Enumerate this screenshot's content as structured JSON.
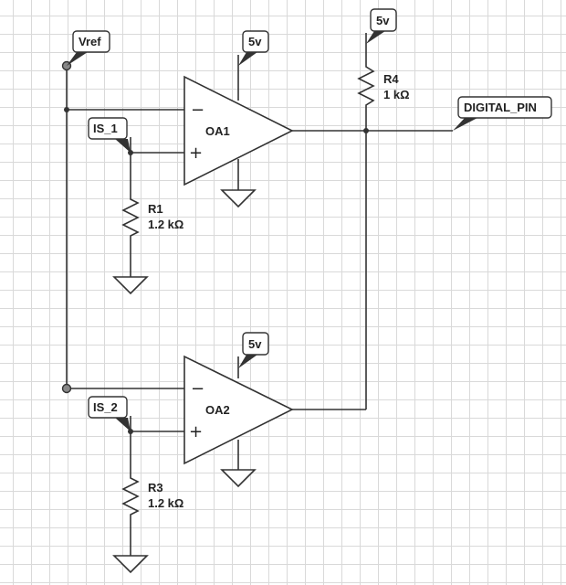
{
  "net_labels": {
    "vref": "Vref",
    "is_1": "IS_1",
    "is_2": "IS_2",
    "digital_pin": "DIGITAL_PIN",
    "supply_oa1": "5v",
    "supply_oa2": "5v",
    "supply_r4": "5v"
  },
  "opamps": {
    "oa1": {
      "name": "OA1",
      "inverting_symbol": "−",
      "noninverting_symbol": "+"
    },
    "oa2": {
      "name": "OA2",
      "inverting_symbol": "−",
      "noninverting_symbol": "+"
    }
  },
  "resistors": {
    "r1": {
      "name": "R1",
      "value": "1.2 kΩ"
    },
    "r3": {
      "name": "R3",
      "value": "1.2 kΩ"
    },
    "r4": {
      "name": "R4",
      "value": "1 kΩ"
    }
  }
}
